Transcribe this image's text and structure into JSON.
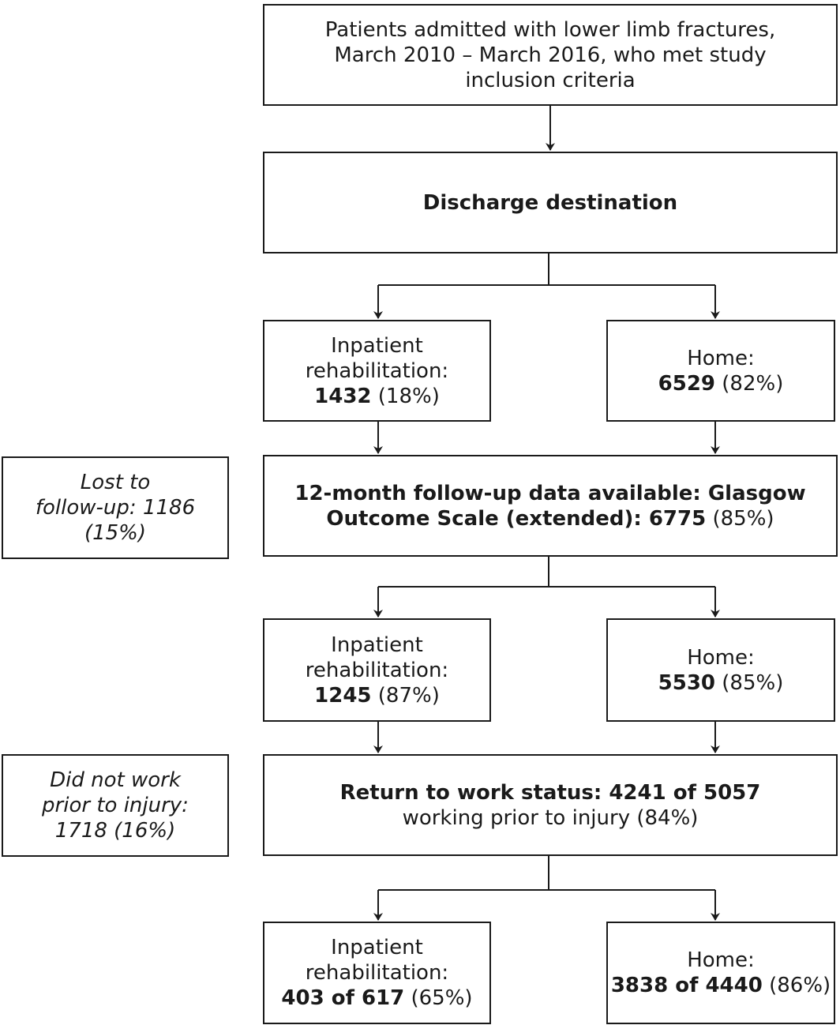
{
  "flowchart": {
    "top": {
      "line1": "Patients admitted with lower limb fractures,",
      "line2": "March 2010 – March 2016, who met study",
      "line3": "inclusion criteria"
    },
    "discharge": {
      "label": "Discharge destination"
    },
    "level1": {
      "inpatient": {
        "line1": "Inpatient",
        "line2": "rehabilitation:",
        "count": "1432",
        "pct": " (18%)"
      },
      "home": {
        "line1": "Home:",
        "count": "6529",
        "pct": " (82%)"
      }
    },
    "followup": {
      "line1": "12-month follow-up data available: Glasgow",
      "line2_bold": "Outcome Scale (extended): 6775",
      "line2_pct": " (85%)"
    },
    "lost": {
      "line1": "Lost to",
      "line2": "follow-up: 1186",
      "line3": "(15%)"
    },
    "level2": {
      "inpatient": {
        "line1": "Inpatient",
        "line2": "rehabilitation:",
        "count": "1245",
        "pct": " (87%)"
      },
      "home": {
        "line1": "Home:",
        "count": "5530",
        "pct": " (85%)"
      }
    },
    "rtw": {
      "line1": "Return to work status: 4241 of 5057",
      "line2": "working prior to injury (84%)"
    },
    "nowork": {
      "line1": "Did not work",
      "line2": "prior to injury:",
      "line3": "1718 (16%)"
    },
    "level3": {
      "inpatient": {
        "line1": "Inpatient",
        "line2": "rehabilitation:",
        "count": "403 of 617",
        "pct": " (65%)"
      },
      "home": {
        "line1": "Home:",
        "count": "3838 of 4440",
        "pct": " (86%)"
      }
    }
  }
}
